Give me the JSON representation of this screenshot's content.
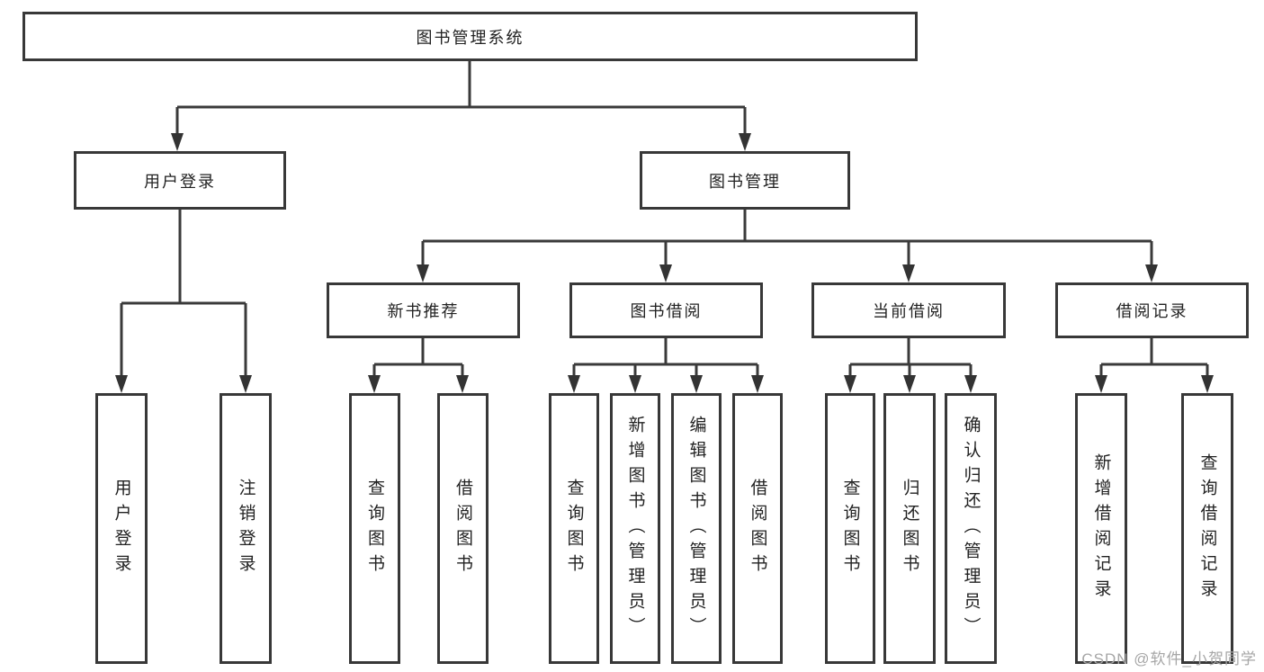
{
  "tree": {
    "label": "图书管理系统",
    "children": [
      {
        "label": "用户登录",
        "children": [
          {
            "label": "用户登录"
          },
          {
            "label": "注销登录"
          }
        ]
      },
      {
        "label": "图书管理",
        "children": [
          {
            "label": "新书推荐",
            "children": [
              {
                "label": "查询图书"
              },
              {
                "label": "借阅图书"
              }
            ]
          },
          {
            "label": "图书借阅",
            "children": [
              {
                "label": "查询图书"
              },
              {
                "label": "新增图书（管理员）"
              },
              {
                "label": "编辑图书（管理员）"
              },
              {
                "label": "借阅图书"
              }
            ]
          },
          {
            "label": "当前借阅",
            "children": [
              {
                "label": "查询图书"
              },
              {
                "label": "归还图书"
              },
              {
                "label": "确认归还（管理员）"
              }
            ]
          },
          {
            "label": "借阅记录",
            "children": [
              {
                "label": "新增借阅记录"
              },
              {
                "label": "查询借阅记录"
              }
            ]
          }
        ]
      }
    ]
  },
  "watermark": "CSDN @软件_小贺同学",
  "colors": {
    "line": "#3a3a3a",
    "border": "#383838",
    "text": "#222222",
    "watermark": "#a6a6a6",
    "background": "#ffffff"
  }
}
